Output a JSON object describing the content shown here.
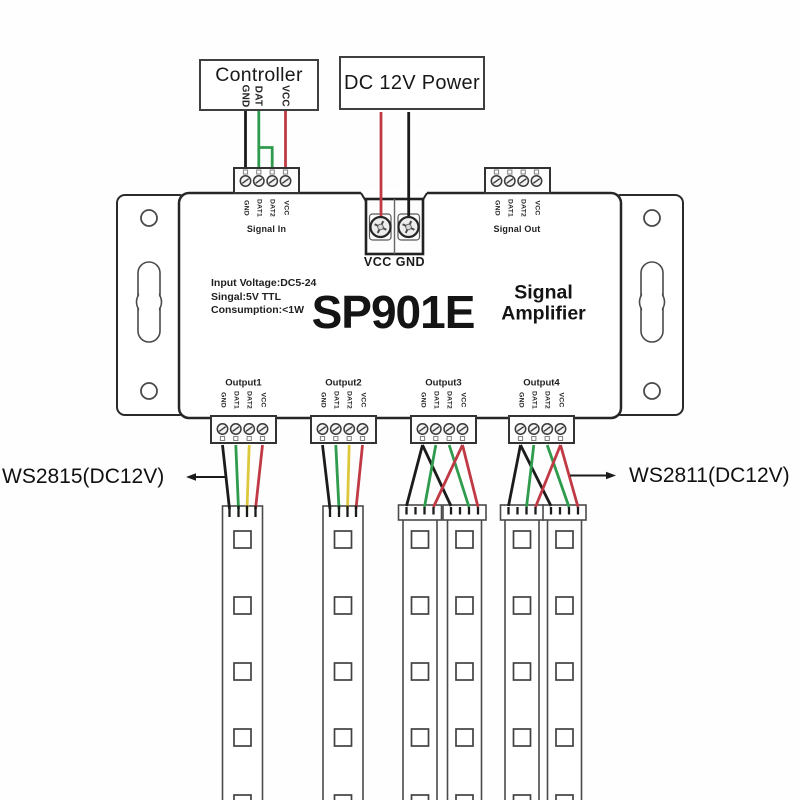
{
  "controller": {
    "label": "Controller",
    "pins": [
      "GND",
      "DAT",
      "VCC"
    ]
  },
  "power_supply": {
    "label": "DC 12V Power"
  },
  "amplifier": {
    "model": "SP901E",
    "product_name": [
      "Signal",
      "Amplifier"
    ],
    "specs": [
      "Input Voltage:DC5-24",
      "Singal:5V TTL",
      "Consumption:<1W"
    ],
    "signal_in": "Signal In",
    "signal_out": "Signal Out",
    "power_terminal": "VCC GND",
    "io_pins": [
      "GND",
      "DAT1",
      "DAT2",
      "VCC"
    ],
    "outputs": [
      "Output1",
      "Output2",
      "Output3",
      "Output4"
    ]
  },
  "strip_labels": {
    "left": "WS2815(DC12V)",
    "right": "WS2811(DC12V)"
  },
  "colors": {
    "wire_gnd": "#1b1b1b",
    "wire_data": "#2e9b4d",
    "wire_backup": "#ddc83d",
    "wire_vcc": "#bf3a44"
  }
}
